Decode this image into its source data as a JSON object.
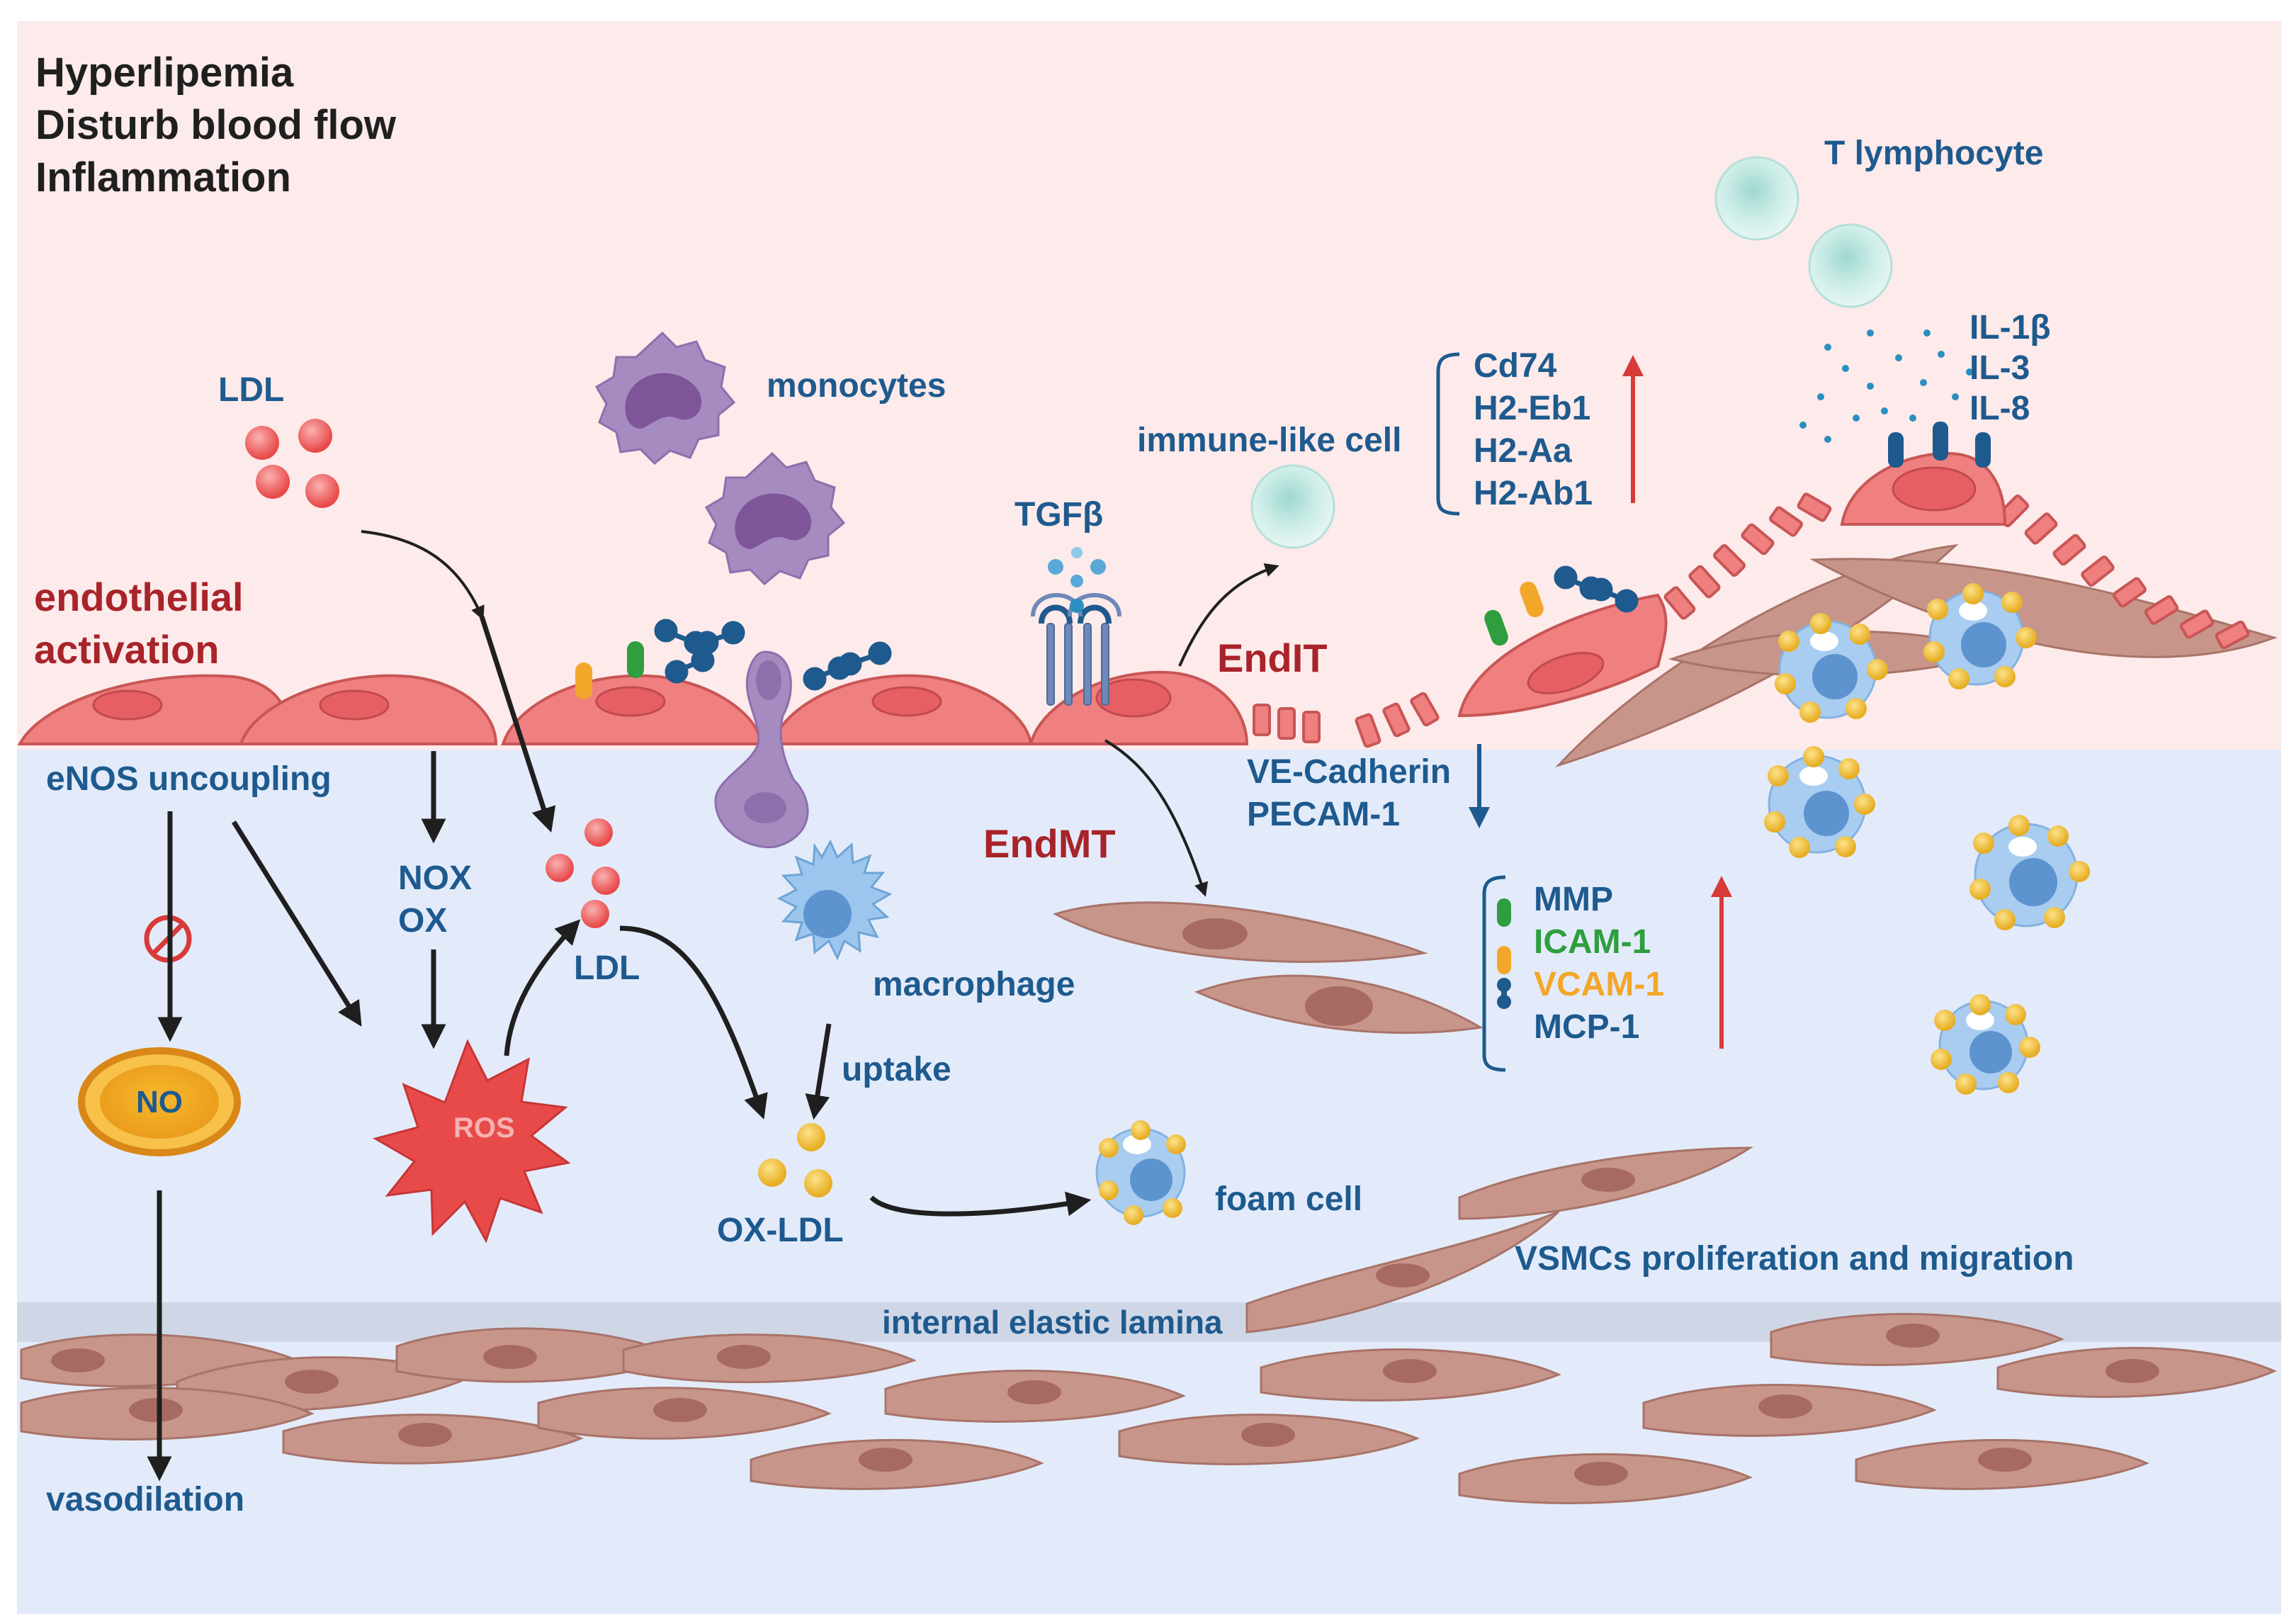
{
  "conditions": [
    "Hyperlipemia",
    "Disturb blood flow",
    "Inflammation"
  ],
  "labels": {
    "ldl_top": "LDL",
    "monocytes": "monocytes",
    "tgfb": "TGFβ",
    "immune_like_cell": "immune-like cell",
    "t_lymphocyte": "T lymphocyte",
    "endothelial_activation_1": "endothelial",
    "endothelial_activation_2": "activation",
    "endit": "EndIT",
    "endmt": "EndMT",
    "enos": "eNOS uncoupling",
    "nox": "NOX",
    "ox": "OX",
    "ldl_mid": "LDL",
    "ros": "ROS",
    "no": "NO",
    "vasodilation": "vasodilation",
    "macrophage": "macrophage",
    "uptake": "uptake",
    "oxldl": "OX-LDL",
    "foam_cell": "foam cell",
    "ve_cadherin": "VE-Cadherin",
    "pecam": "PECAM-1",
    "internal_elastic_lamina": "internal elastic lamina",
    "vsmc": "VSMCs proliferation and migration"
  },
  "immune_markers": [
    "Cd74",
    "H2-Eb1",
    "H2-Aa",
    "H2-Ab1"
  ],
  "interleukins": [
    "IL-1β",
    "IL-3",
    "IL-8"
  ],
  "adhesion_markers": [
    {
      "label": "MMP",
      "color": "#1e5a8e"
    },
    {
      "label": "ICAM-1",
      "color": "#2e9e3e"
    },
    {
      "label": "VCAM-1",
      "color": "#f3a72a"
    },
    {
      "label": "MCP-1",
      "color": "#1e5a8e"
    }
  ],
  "colors": {
    "lumen": "#fdeaea",
    "intima": "#e3ebfa",
    "lamina": "#cfd7e6",
    "ldl": "#ef5a5a",
    "oxldl": "#f3c032",
    "monocyte": "#a68bc1",
    "macrophage": "#9cc6ee",
    "t_cell": "#bde8e2",
    "up_arrow": "#d83a3a",
    "down_arrow": "#1e5a8e"
  }
}
